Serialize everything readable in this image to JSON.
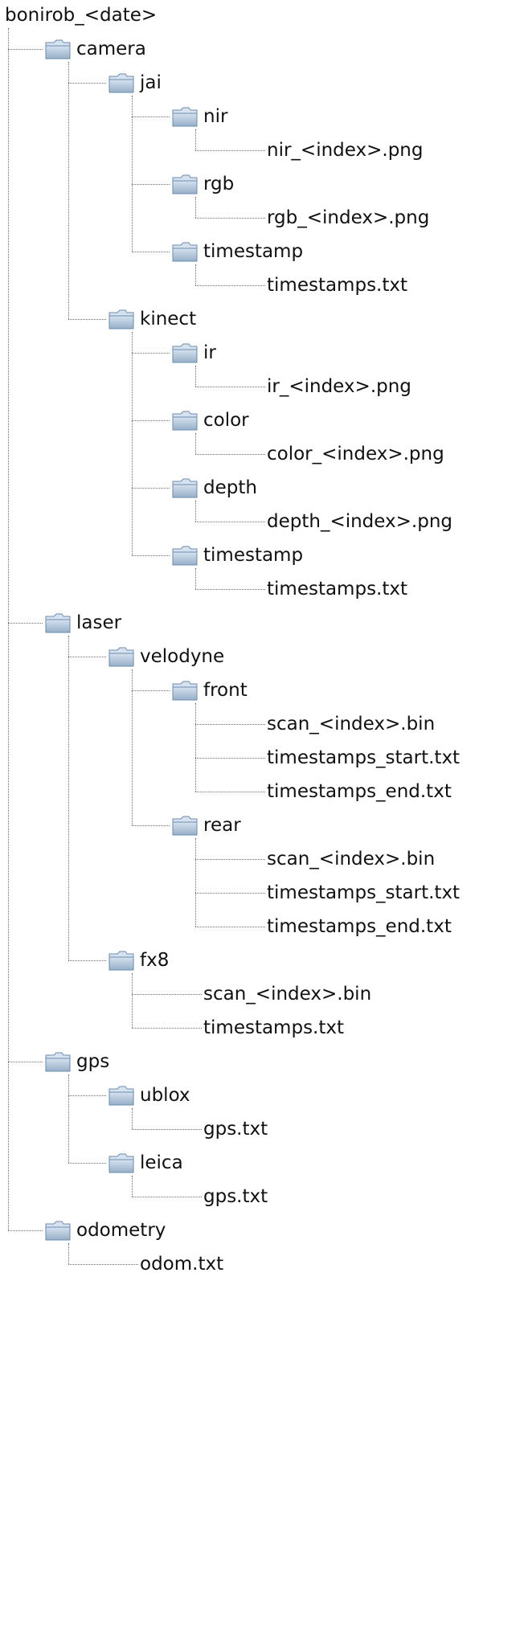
{
  "tree": {
    "label": "bonirob_<date>",
    "children": [
      {
        "label": "camera",
        "icon": "folder",
        "children": [
          {
            "label": "jai",
            "icon": "folder",
            "children": [
              {
                "label": "nir",
                "icon": "folder",
                "children": [
                  {
                    "label": "nir_<index>.png"
                  }
                ]
              },
              {
                "label": "rgb",
                "icon": "folder",
                "children": [
                  {
                    "label": "rgb_<index>.png"
                  }
                ]
              },
              {
                "label": "timestamp",
                "icon": "folder",
                "children": [
                  {
                    "label": "timestamps.txt"
                  }
                ]
              }
            ]
          },
          {
            "label": "kinect",
            "icon": "folder",
            "children": [
              {
                "label": "ir",
                "icon": "folder",
                "children": [
                  {
                    "label": "ir_<index>.png"
                  }
                ]
              },
              {
                "label": "color",
                "icon": "folder",
                "children": [
                  {
                    "label": "color_<index>.png"
                  }
                ]
              },
              {
                "label": "depth",
                "icon": "folder",
                "children": [
                  {
                    "label": "depth_<index>.png"
                  }
                ]
              },
              {
                "label": "timestamp",
                "icon": "folder",
                "children": [
                  {
                    "label": "timestamps.txt"
                  }
                ]
              }
            ]
          }
        ]
      },
      {
        "label": "laser",
        "icon": "folder",
        "children": [
          {
            "label": "velodyne",
            "icon": "folder",
            "children": [
              {
                "label": "front",
                "icon": "folder",
                "children": [
                  {
                    "label": "scan_<index>.bin"
                  },
                  {
                    "label": "timestamps_start.txt"
                  },
                  {
                    "label": "timestamps_end.txt"
                  }
                ]
              },
              {
                "label": "rear",
                "icon": "folder",
                "children": [
                  {
                    "label": "scan_<index>.bin"
                  },
                  {
                    "label": "timestamps_start.txt"
                  },
                  {
                    "label": "timestamps_end.txt"
                  }
                ]
              }
            ]
          },
          {
            "label": "fx8",
            "icon": "folder",
            "children": [
              {
                "label": "scan_<index>.bin"
              },
              {
                "label": "timestamps.txt"
              }
            ]
          }
        ]
      },
      {
        "label": "gps",
        "icon": "folder",
        "children": [
          {
            "label": "ublox",
            "icon": "folder",
            "children": [
              {
                "label": "gps.txt"
              }
            ]
          },
          {
            "label": "leica",
            "icon": "folder",
            "children": [
              {
                "label": "gps.txt"
              }
            ]
          }
        ]
      },
      {
        "label": "odometry",
        "icon": "folder",
        "children": [
          {
            "label": "odom.txt"
          }
        ]
      }
    ]
  },
  "colors": {
    "connector": "#6f6f6f",
    "folder_fill_top": "#d6e2ef",
    "folder_fill_bottom": "#97afc8",
    "folder_stroke": "#6a8cae",
    "text": "#111111"
  }
}
